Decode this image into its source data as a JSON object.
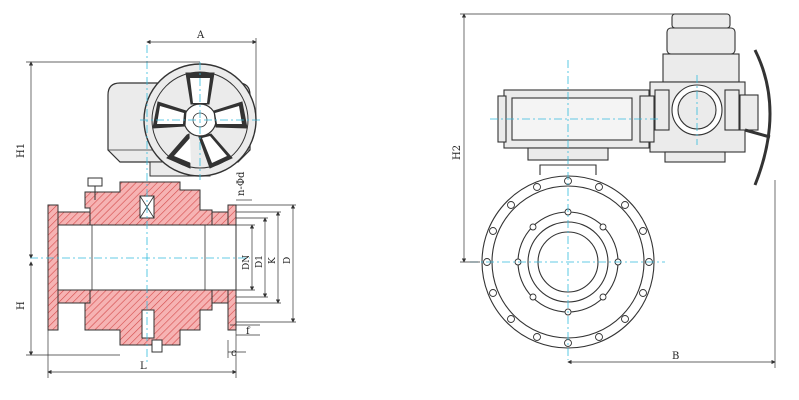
{
  "views": {
    "front": {
      "dims": {
        "A": "A",
        "H1": "H1",
        "H": "H",
        "L": "L",
        "n_d": "n-Φd",
        "DN": "DN",
        "D1": "D1",
        "K": "K",
        "D": "D",
        "f": "f",
        "c": "c"
      }
    },
    "side": {
      "dims": {
        "H2": "H2",
        "B": "B"
      }
    }
  },
  "colors": {
    "body": "#f5a9a9",
    "hatch": "#d44a4a",
    "line": "#222222",
    "centerline": "#33bbdd",
    "dimension": "#333333",
    "actuator": "#e8e8e8"
  }
}
